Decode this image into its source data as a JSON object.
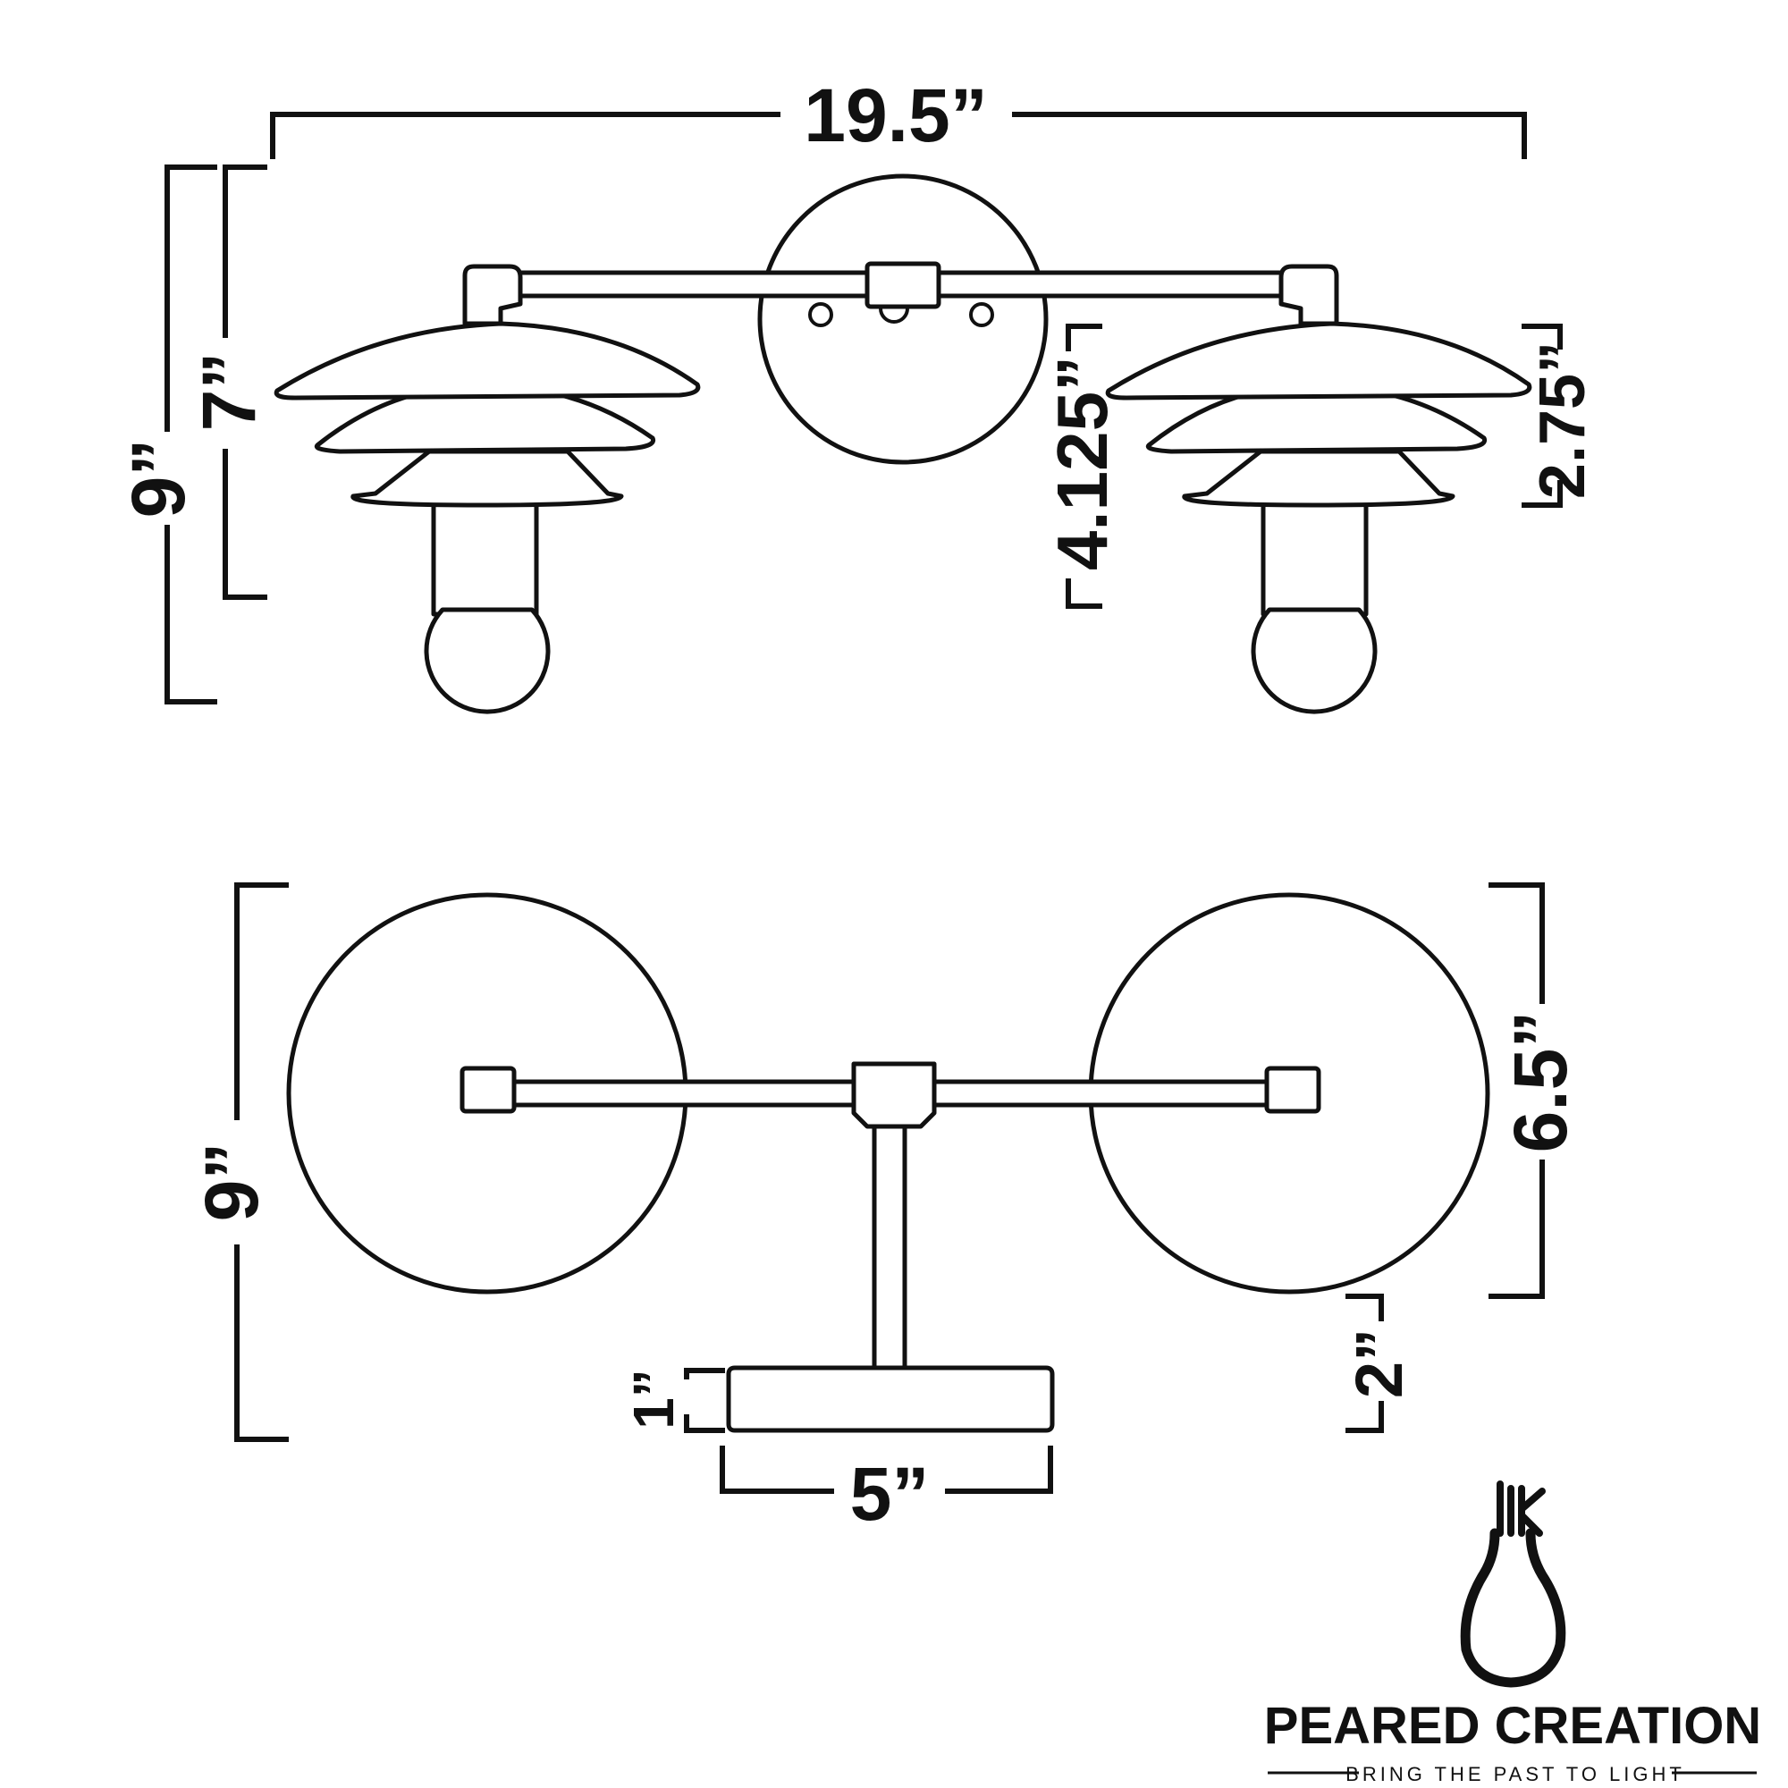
{
  "front_view": {
    "width": "19.5”",
    "total_height": "9”",
    "shade_to_base_height": "7”",
    "canopy_height": "4.125”",
    "shade_height": "2.75”"
  },
  "top_view": {
    "depth": "9”",
    "shade_diameter": "6.5”",
    "shade_offset": "2”",
    "base_thickness": "1”",
    "base_width": "5”"
  },
  "brand": {
    "name": "PEARED CREATION",
    "tagline": "BRING THE PAST TO LIGHT"
  }
}
